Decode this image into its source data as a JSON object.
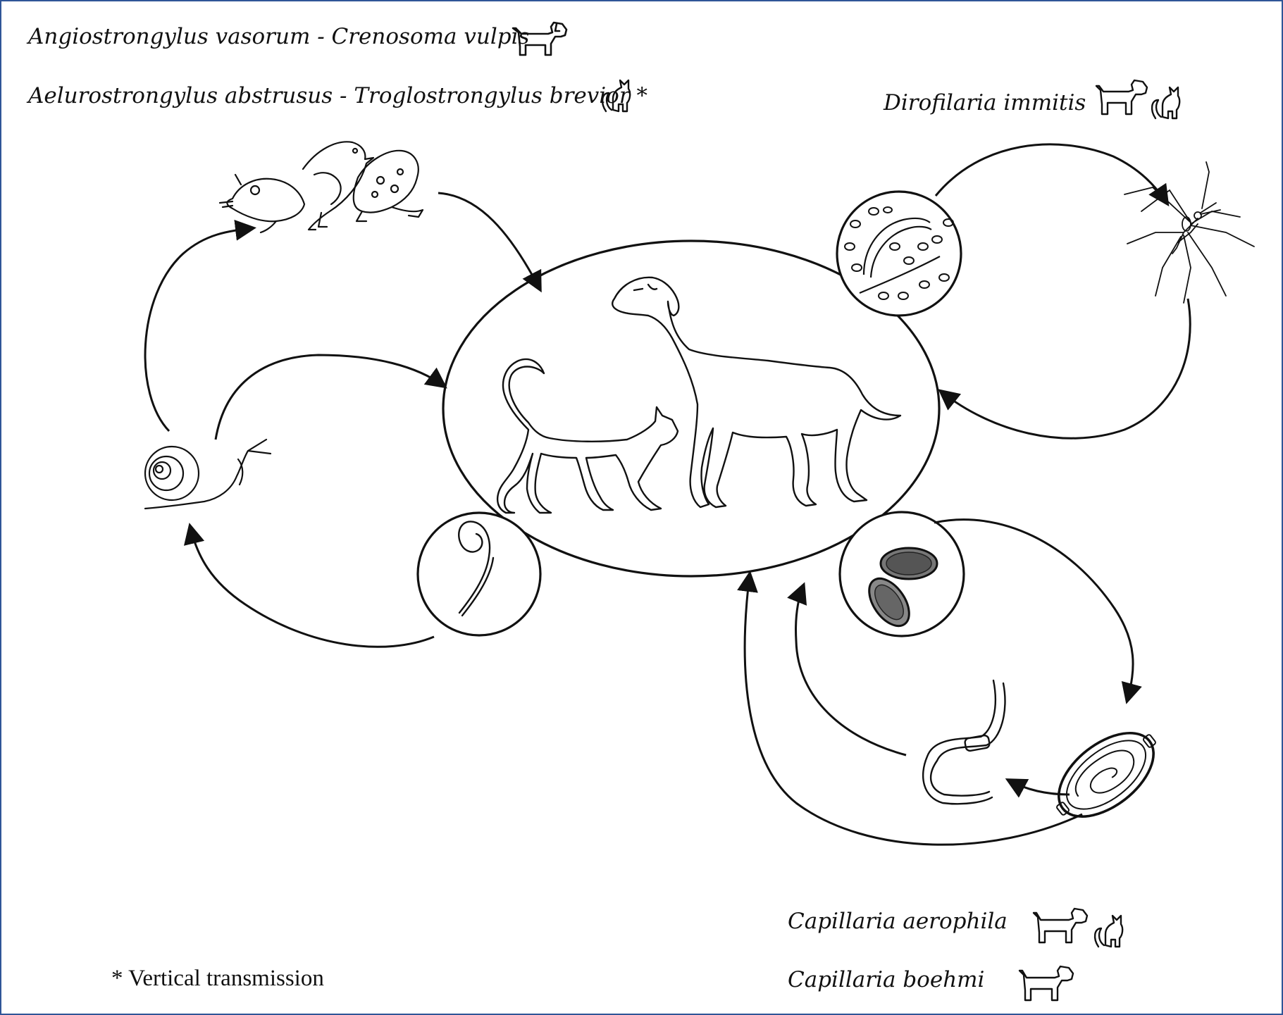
{
  "species": {
    "angio_crenosoma": "Angiostrongylus vasorum - Crenosoma vulpis",
    "aeluro_troglo": "Aelurostrongylus abstrusus - Troglostrongylus brevior",
    "aeluro_asterisk": "*",
    "dirofilaria": "Dirofilaria immitis",
    "capillaria_aerophila": "Capillaria aerophila",
    "capillaria_boehmi": "Capillaria boehmi"
  },
  "footnote": "* Vertical transmission",
  "icons": {
    "dog": "dog-icon",
    "cat": "cat-icon",
    "snail": "snail-icon",
    "paratenic_hosts": "paratenic-hosts-icon",
    "mosquito": "mosquito-icon",
    "earthworm": "earthworm-icon"
  },
  "colors": {
    "frame_border": "#2f5597",
    "line": "#111111"
  }
}
